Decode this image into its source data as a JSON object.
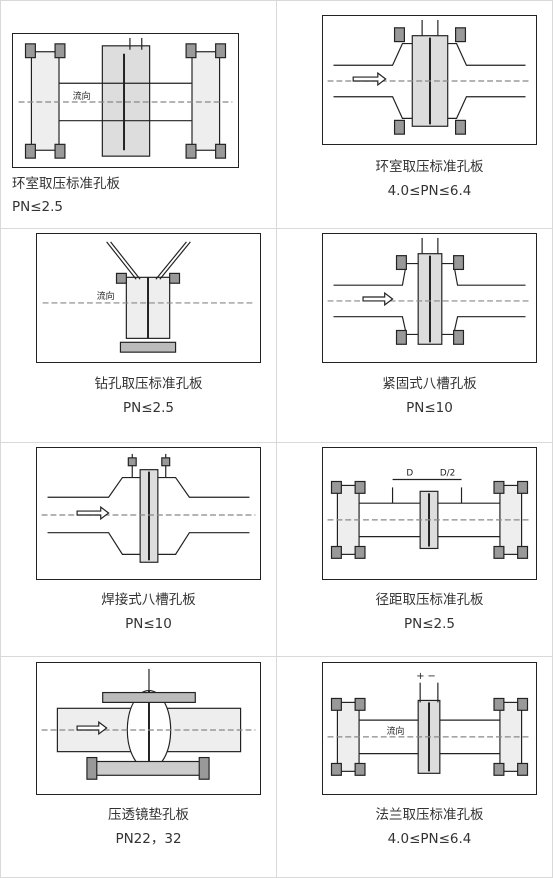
{
  "diagrams": [
    {
      "id": "d1",
      "title": "环室取压标准孔板",
      "rating": "PN≤2.5",
      "drawing_text": "流向"
    },
    {
      "id": "d2",
      "title": "环室取压标准孔板",
      "rating": "4.0≤PN≤6.4",
      "drawing_text": ""
    },
    {
      "id": "d3",
      "title": "钻孔取压标准孔板",
      "rating": "PN≤2.5",
      "drawing_text": "流向"
    },
    {
      "id": "d4",
      "title": "紧固式八槽孔板",
      "rating": "PN≤10",
      "drawing_text": ""
    },
    {
      "id": "d5",
      "title": "焊接式八槽孔板",
      "rating": "PN≤10",
      "drawing_text": ""
    },
    {
      "id": "d6",
      "title": "径距取压标准孔板",
      "rating": "PN≤2.5",
      "drawing_text": "D",
      "drawing_text2": "D/2"
    },
    {
      "id": "d7",
      "title": "压透镜垫孔板",
      "rating": "PN22，32",
      "drawing_text": ""
    },
    {
      "id": "d8",
      "title": "法兰取压标准孔板",
      "rating": "4.0≤PN≤6.4",
      "drawing_text": "流向",
      "drawing_text2": "+  −"
    }
  ]
}
